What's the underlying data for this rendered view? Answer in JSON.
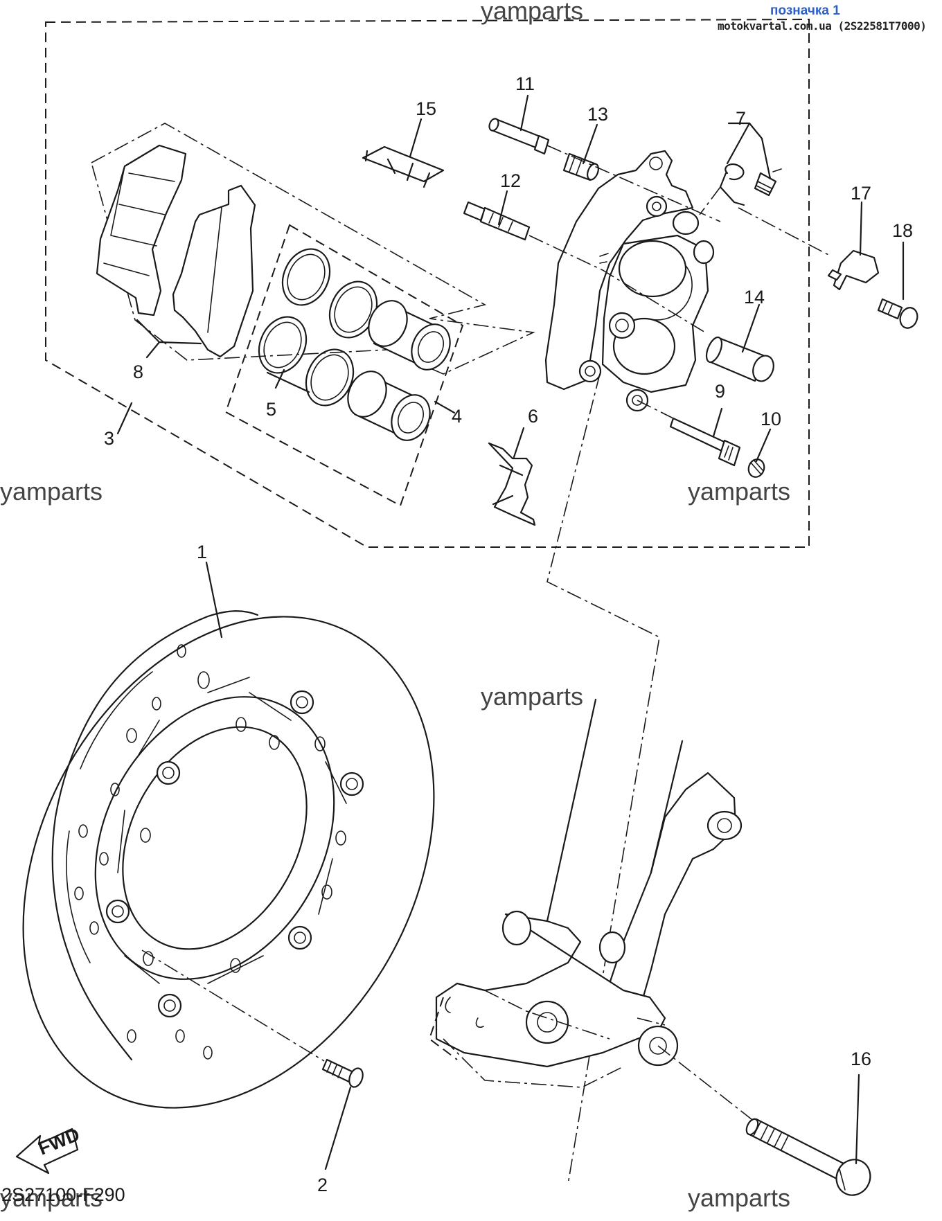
{
  "header": {
    "badge_title": "позначка 1",
    "badge_source": "motokvartal.com.ua (2S22581T7000)"
  },
  "watermark": "yamparts",
  "diagram_code": "2S27100-F290",
  "fwd_label": "FWD",
  "callouts": {
    "c1": "1",
    "c2": "2",
    "c3": "3",
    "c4": "4",
    "c5": "5",
    "c6": "6",
    "c7": "7",
    "c8": "8",
    "c9": "9",
    "c10": "10",
    "c11": "11",
    "c12": "12",
    "c13": "13",
    "c14": "14",
    "c15": "15",
    "c16": "16",
    "c17": "17",
    "c18": "18"
  },
  "colors": {
    "badge_title": "#2a60c8",
    "line": "#1a1a1a"
  }
}
